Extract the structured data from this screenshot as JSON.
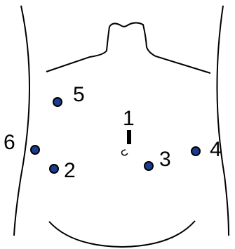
{
  "colors": {
    "outline": "#000000",
    "port_fill": "#1b3d8f",
    "port_stroke": "#000000",
    "background": "#ffffff"
  },
  "ports": [
    {
      "label": "1"
    },
    {
      "label": "2"
    },
    {
      "label": "3"
    },
    {
      "label": "4"
    },
    {
      "label": "5"
    },
    {
      "label": "6"
    }
  ]
}
